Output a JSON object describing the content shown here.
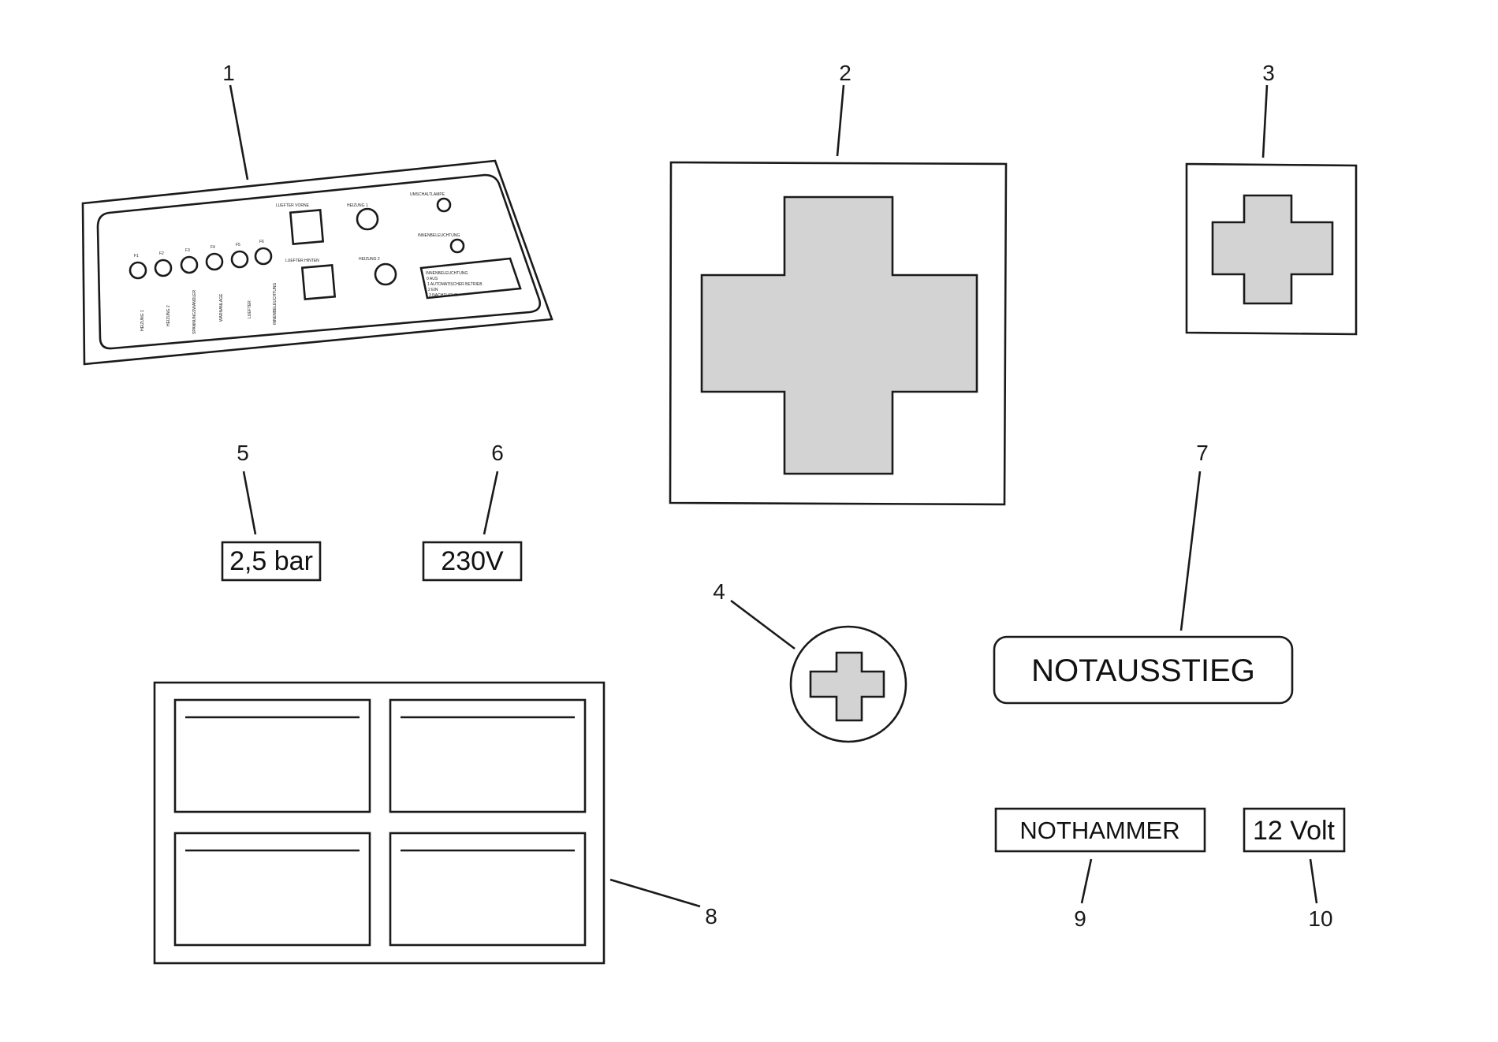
{
  "callouts": [
    "1",
    "2",
    "3",
    "4",
    "5",
    "6",
    "7",
    "8",
    "9",
    "10"
  ],
  "signs": {
    "pressure": "2,5 bar",
    "voltage_230": "230V",
    "emergency_exit": "NOTAUSSTIEG",
    "emergency_hammer": "NOTHAMMER",
    "voltage_12": "12 Volt"
  },
  "panel": {
    "fuse_labels": [
      "F1",
      "F2",
      "F3",
      "F4",
      "F5",
      "F6"
    ],
    "vertical_labels": [
      "HEIZUNG 1",
      "HEIZUNG 2",
      "SPANNUNGSWANDLER",
      "WARNANLAGE",
      "LUEFTER",
      "INNENBELEUCHTUNG"
    ],
    "fan_front": "LUEFTER VORNE",
    "fan_rear": "LUEFTER HINTEN",
    "heating_1": "HEIZUNG 1",
    "heating_2": "HEIZUNG 2",
    "switch_lamp": "UMSCHALTLAMPE",
    "interior_light": "INNENBELEUCHTUNG",
    "info_box": [
      "INNENBELEUCHTUNG",
      "0 AUS",
      "1 AUTOMATISCHER BETRIEB",
      "2 EIN",
      "3 NACHTLICHT"
    ]
  },
  "colors": {
    "line": "#1a1a1a",
    "cross_fill": "#d3d3d3",
    "background": "#ffffff"
  }
}
